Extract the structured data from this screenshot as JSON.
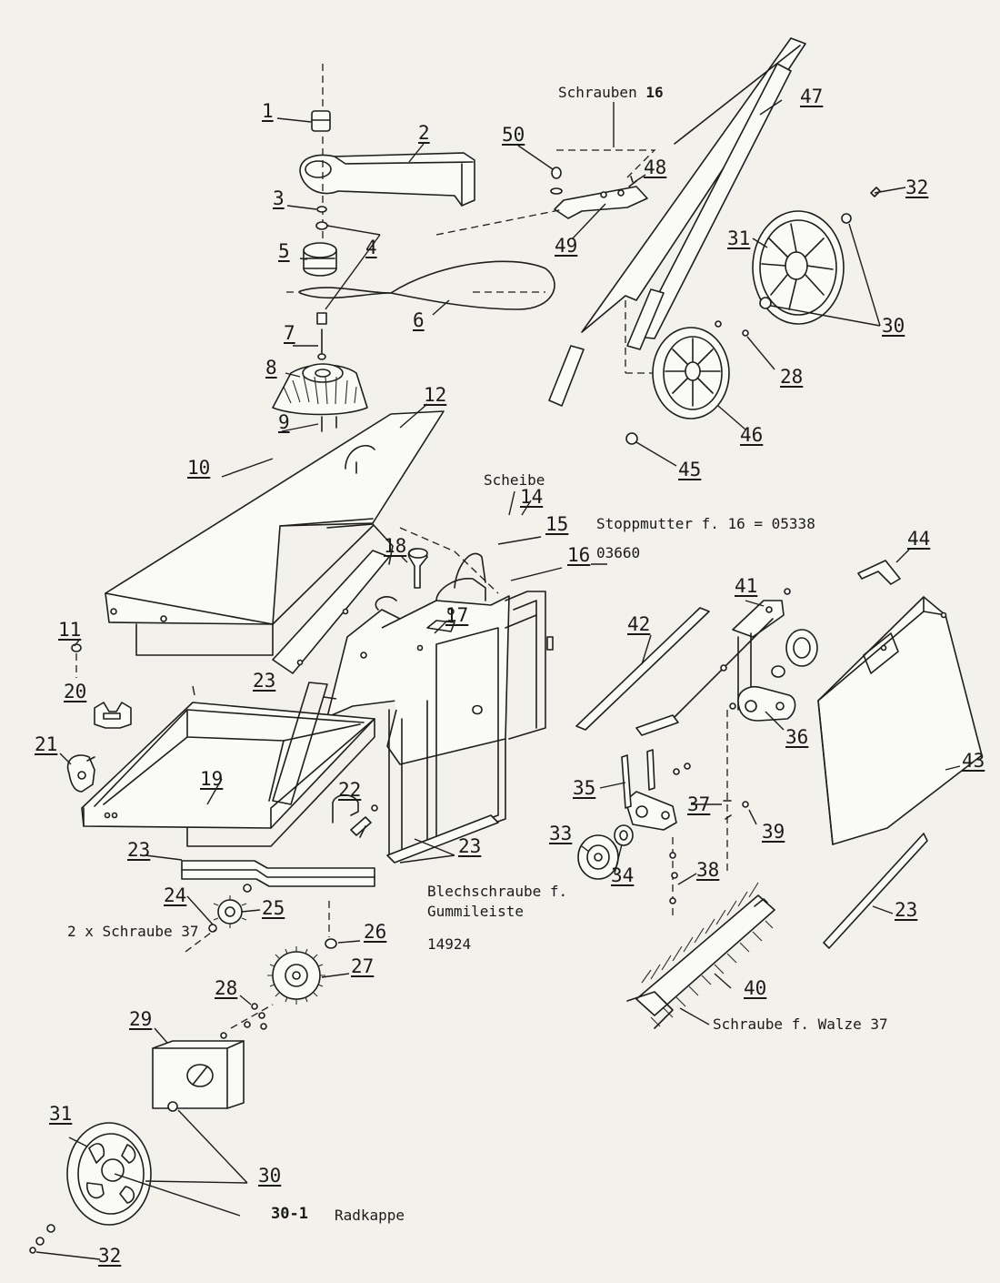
{
  "part_numbers": [
    {
      "id": "p1",
      "text": "1"
    },
    {
      "id": "p2",
      "text": "2"
    },
    {
      "id": "p3",
      "text": "3"
    },
    {
      "id": "p4",
      "text": "4"
    },
    {
      "id": "p5",
      "text": "5"
    },
    {
      "id": "p6",
      "text": "6"
    },
    {
      "id": "p7",
      "text": "7"
    },
    {
      "id": "p8",
      "text": "8"
    },
    {
      "id": "p9",
      "text": "9"
    },
    {
      "id": "p10",
      "text": "10"
    },
    {
      "id": "p11",
      "text": "11"
    },
    {
      "id": "p12",
      "text": "12"
    },
    {
      "id": "p14",
      "text": "14"
    },
    {
      "id": "p15",
      "text": "15"
    },
    {
      "id": "p16",
      "text": "16"
    },
    {
      "id": "p17",
      "text": "17"
    },
    {
      "id": "p18",
      "text": "18"
    },
    {
      "id": "p19",
      "text": "19"
    },
    {
      "id": "p20",
      "text": "20"
    },
    {
      "id": "p21",
      "text": "21"
    },
    {
      "id": "p22",
      "text": "22"
    },
    {
      "id": "p23a",
      "text": "23"
    },
    {
      "id": "p23b",
      "text": "23"
    },
    {
      "id": "p23c",
      "text": "23"
    },
    {
      "id": "p23d",
      "text": "23"
    },
    {
      "id": "p24",
      "text": "24"
    },
    {
      "id": "p25",
      "text": "25"
    },
    {
      "id": "p26",
      "text": "26"
    },
    {
      "id": "p27",
      "text": "27"
    },
    {
      "id": "p28a",
      "text": "28"
    },
    {
      "id": "p28b",
      "text": "28"
    },
    {
      "id": "p29",
      "text": "29"
    },
    {
      "id": "p30a",
      "text": "30"
    },
    {
      "id": "p30b",
      "text": "30"
    },
    {
      "id": "p31a",
      "text": "31"
    },
    {
      "id": "p31b",
      "text": "31"
    },
    {
      "id": "p32a",
      "text": "32"
    },
    {
      "id": "p32b",
      "text": "32"
    },
    {
      "id": "p33",
      "text": "33"
    },
    {
      "id": "p34",
      "text": "34"
    },
    {
      "id": "p35",
      "text": "35"
    },
    {
      "id": "p36",
      "text": "36"
    },
    {
      "id": "p37",
      "text": "37"
    },
    {
      "id": "p38",
      "text": "38"
    },
    {
      "id": "p39",
      "text": "39"
    },
    {
      "id": "p40",
      "text": "40"
    },
    {
      "id": "p41",
      "text": "41"
    },
    {
      "id": "p42",
      "text": "42"
    },
    {
      "id": "p43",
      "text": "43"
    },
    {
      "id": "p44",
      "text": "44"
    },
    {
      "id": "p45",
      "text": "45"
    },
    {
      "id": "p46",
      "text": "46"
    },
    {
      "id": "p47",
      "text": "47"
    },
    {
      "id": "p48",
      "text": "48"
    },
    {
      "id": "p49",
      "text": "49"
    },
    {
      "id": "p50",
      "text": "50"
    }
  ],
  "notes": {
    "schrauben16_a": "Schrauben",
    "schrauben16_b": "16",
    "scheibe": "Scheibe",
    "stoppmutter": "Stoppmutter f. 16 = 05338",
    "code_03660": "03660",
    "blechschraube_1": "Blechschraube f.",
    "blechschraube_2": "Gummileiste",
    "code_14924": "14924",
    "schraube37": "2 x Schraube 37",
    "walze": "Schraube f. Walze 37",
    "radkappe_num": "30-1",
    "radkappe_txt": "Radkappe"
  },
  "colors": {
    "ink": "#1e1e1e",
    "paper": "#f2f1ec"
  }
}
